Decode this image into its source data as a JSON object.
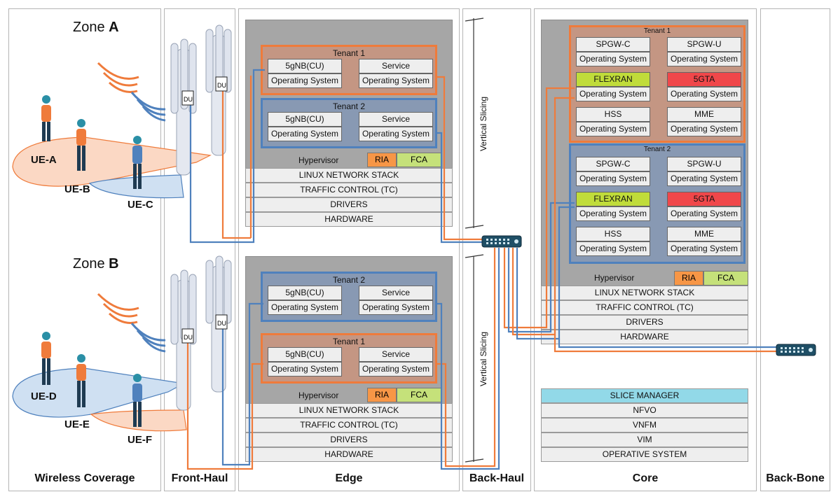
{
  "sections": [
    {
      "id": "wireless",
      "label": "Wireless Coverage"
    },
    {
      "id": "fronthaul",
      "label": "Front-Haul"
    },
    {
      "id": "edge",
      "label": "Edge"
    },
    {
      "id": "backhaul",
      "label": "Back-Haul"
    },
    {
      "id": "core",
      "label": "Core"
    },
    {
      "id": "backbone",
      "label": "Back-Bone"
    }
  ],
  "zones": {
    "a": {
      "word": "Zone",
      "letter": "A"
    },
    "b": {
      "word": "Zone",
      "letter": "B"
    }
  },
  "ues": [
    "UE-A",
    "UE-B",
    "UE-C",
    "UE-D",
    "UE-E",
    "UE-F"
  ],
  "du_label": "DU",
  "edge": {
    "top": {
      "tenants": [
        {
          "title": "Tenant 1",
          "left": "5gNB(CU)",
          "right": "Service",
          "os": "Operating System"
        },
        {
          "title": "Tenant 2",
          "left": "5gNB(CU)",
          "right": "Service",
          "os": "Operating System"
        }
      ],
      "hypervisor": "Hypervisor",
      "ria": "RIA",
      "fca": "FCA",
      "stack": [
        "LINUX NETWORK STACK",
        "TRAFFIC CONTROL (TC)",
        "DRIVERS",
        "HARDWARE"
      ]
    },
    "bottom": {
      "tenants": [
        {
          "title": "Tenant 2",
          "left": "5gNB(CU)",
          "right": "Service",
          "os": "Operating System"
        },
        {
          "title": "Tenant 1",
          "left": "5gNB(CU)",
          "right": "Service",
          "os": "Operating System"
        }
      ],
      "hypervisor": "Hypervisor",
      "ria": "RIA",
      "fca": "FCA",
      "stack": [
        "LINUX NETWORK STACK",
        "TRAFFIC CONTROL (TC)",
        "DRIVERS",
        "HARDWARE"
      ]
    }
  },
  "backhaul": {
    "vertical_slicing": "Vertical Slicing"
  },
  "core": {
    "tenants": [
      {
        "title": "Tenant 1",
        "rows": [
          [
            "SPGW-C",
            "SPGW-U"
          ],
          [
            "FLEXRAN",
            "5GTA"
          ],
          [
            "HSS",
            "MME"
          ]
        ],
        "os": "Operating System"
      },
      {
        "title": "Tenant 2",
        "rows": [
          [
            "SPGW-C",
            "SPGW-U"
          ],
          [
            "FLEXRAN",
            "5GTA"
          ],
          [
            "HSS",
            "MME"
          ]
        ],
        "os": "Operating System"
      }
    ],
    "hypervisor": "Hypervisor",
    "ria": "RIA",
    "fca": "FCA",
    "stack": [
      "LINUX NETWORK STACK",
      "TRAFFIC CONTROL (TC)",
      "DRIVERS",
      "HARDWARE"
    ],
    "management": [
      "SLICE MANAGER",
      "NFVO",
      "VNFM",
      "VIM",
      "OPERATIVE SYSTEM"
    ]
  },
  "colors": {
    "orange": "#ef7b3b",
    "blue": "#4f81bd",
    "flexran": "#c0dc3a",
    "5gta": "#f0474a",
    "slice_manager": "#92d9e8",
    "ria": "#f79646",
    "fca": "#c5e17a"
  }
}
